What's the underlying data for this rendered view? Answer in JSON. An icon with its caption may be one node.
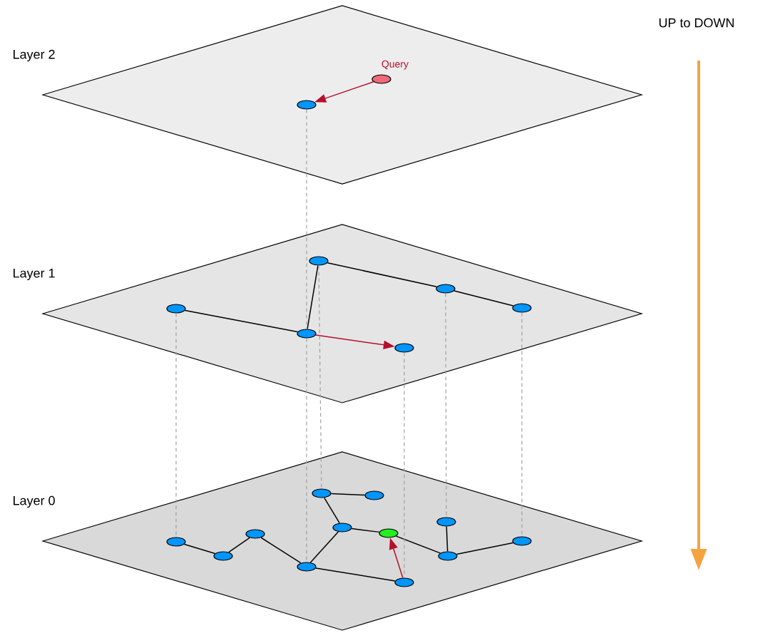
{
  "diagram": {
    "nodes": [
      {
        "text": [
          "Layer 2"
        ]
      },
      {
        "text": [
          "Query"
        ],
        "in": 0
      },
      {
        "text": [],
        "shape": "ellipse",
        "in": 0
      },
      {
        "text": [
          "Layer 1"
        ]
      },
      {
        "text": [],
        "shape": "ellipse",
        "in": 3
      },
      {
        "text": [],
        "shape": "ellipse",
        "in": 3
      },
      {
        "text": [],
        "shape": "ellipse",
        "in": 3
      },
      {
        "text": [],
        "shape": "ellipse",
        "in": 3
      },
      {
        "text": [],
        "shape": "ellipse",
        "in": 3
      },
      {
        "text": [],
        "shape": "ellipse",
        "in": 3
      },
      {
        "text": [
          "Layer 0"
        ]
      },
      {
        "text": [],
        "shape": "ellipse",
        "in": 10
      },
      {
        "text": [],
        "shape": "ellipse",
        "in": 10
      },
      {
        "text": [],
        "shape": "ellipse",
        "in": 10
      },
      {
        "text": [],
        "shape": "ellipse",
        "in": 10
      },
      {
        "text": [],
        "shape": "ellipse",
        "in": 10
      },
      {
        "text": [],
        "shape": "ellipse",
        "in": 10
      },
      {
        "text": [],
        "shape": "ellipse",
        "in": 10
      },
      {
        "text": [],
        "shape": "ellipse",
        "in": 10
      },
      {
        "text": [],
        "shape": "ellipse",
        "in": 10
      },
      {
        "text": [],
        "shape": "ellipse",
        "in": 10
      },
      {
        "text": [],
        "shape": "ellipse",
        "in": 10
      },
      {
        "text": [],
        "shape": "ellipse",
        "in": 10
      }
    ],
    "edges": [
      {
        "from": 1,
        "to": 2,
        "arrow": "to",
        "color": "#b5102a"
      },
      {
        "from": 7,
        "to": 8,
        "arrow": "none"
      },
      {
        "from": 8,
        "to": 4,
        "arrow": "none"
      },
      {
        "from": 4,
        "to": 5,
        "arrow": "none"
      },
      {
        "from": 5,
        "to": 6,
        "arrow": "none"
      },
      {
        "from": 8,
        "to": 9,
        "arrow": "to",
        "color": "#b5102a"
      },
      {
        "from": 11,
        "to": 12,
        "arrow": "none"
      },
      {
        "from": 11,
        "to": 13,
        "arrow": "none"
      },
      {
        "from": 13,
        "to": 14,
        "arrow": "none"
      },
      {
        "from": 13,
        "to": 19,
        "arrow": "none"
      },
      {
        "from": 16,
        "to": 17,
        "arrow": "none"
      },
      {
        "from": 17,
        "to": 18,
        "arrow": "none"
      },
      {
        "from": 18,
        "to": 19,
        "arrow": "none"
      },
      {
        "from": 19,
        "to": 22,
        "arrow": "none"
      },
      {
        "from": 14,
        "to": 20,
        "arrow": "none"
      },
      {
        "from": 15,
        "to": 20,
        "arrow": "none"
      },
      {
        "from": 20,
        "to": 21,
        "arrow": "none"
      },
      {
        "from": 22,
        "to": 14,
        "arrow": "to",
        "color": "#b5102a"
      },
      {
        "from": 2,
        "to": 8,
        "arrow": "none",
        "style": "dashed",
        "color": "#a0a0a0"
      },
      {
        "from": 8,
        "to": 19,
        "arrow": "none",
        "style": "dashed",
        "color": "#a0a0a0"
      },
      {
        "from": 4,
        "to": 11,
        "arrow": "none",
        "style": "dashed",
        "color": "#a0a0a0"
      },
      {
        "from": 7,
        "to": 16,
        "arrow": "none",
        "style": "dashed",
        "color": "#a0a0a0"
      },
      {
        "from": 5,
        "to": 15,
        "arrow": "none",
        "style": "dashed",
        "color": "#a0a0a0"
      },
      {
        "from": 6,
        "to": 21,
        "arrow": "none",
        "style": "dashed",
        "color": "#a0a0a0"
      },
      {
        "from": 9,
        "to": 22,
        "arrow": "none",
        "style": "dashed",
        "color": "#a0a0a0"
      }
    ],
    "labels": [
      "UP to DOWN"
    ]
  }
}
